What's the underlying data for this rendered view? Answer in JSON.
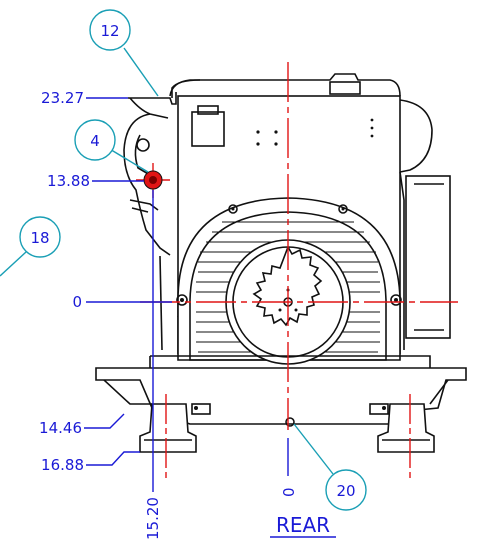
{
  "dimensions": {
    "d_top": "23.27",
    "d_hole": "13.88",
    "d_center": "0",
    "d_base1": "14.46",
    "d_base2": "16.88",
    "d_vert": "15.20",
    "d_vert0": "0"
  },
  "callouts": {
    "c12": "12",
    "c4": "4",
    "c18": "18",
    "c20": "20"
  },
  "view_label": "REAR",
  "colors": {
    "dimension": "#1a1ad6",
    "centerline": "#e01515",
    "callout_circle": "#1a9fb5",
    "outline": "#111111"
  }
}
